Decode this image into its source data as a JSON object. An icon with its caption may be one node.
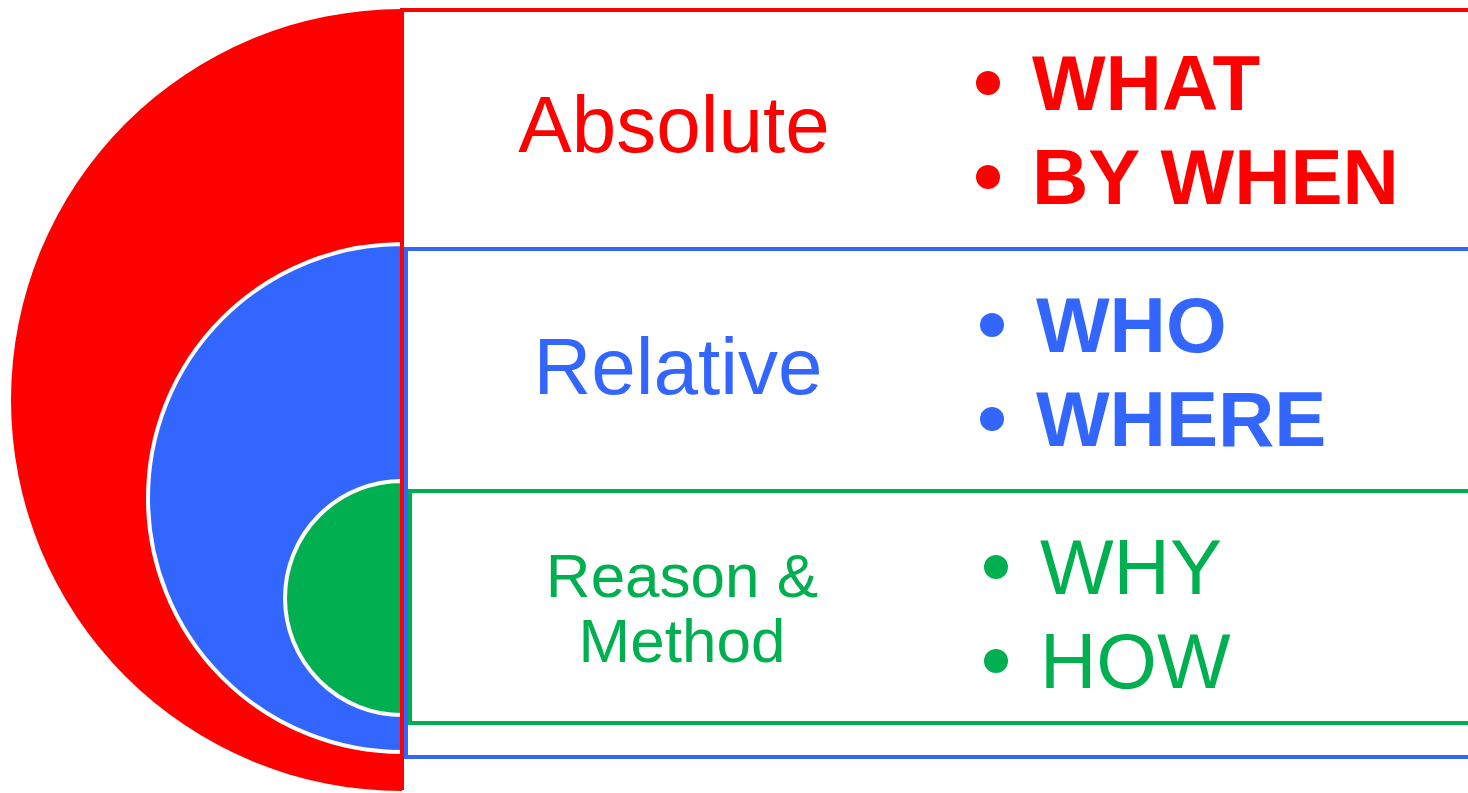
{
  "diagram": {
    "nodes": [
      {
        "text": [
          "Absolute",
          "WHAT",
          "BY WHEN"
        ]
      },
      {
        "text": [
          "Relative",
          "WHO",
          "WHERE"
        ],
        "in": 0
      },
      {
        "text": [
          "Reason & Method",
          "WHY",
          "HOW"
        ],
        "in": 1
      }
    ]
  }
}
